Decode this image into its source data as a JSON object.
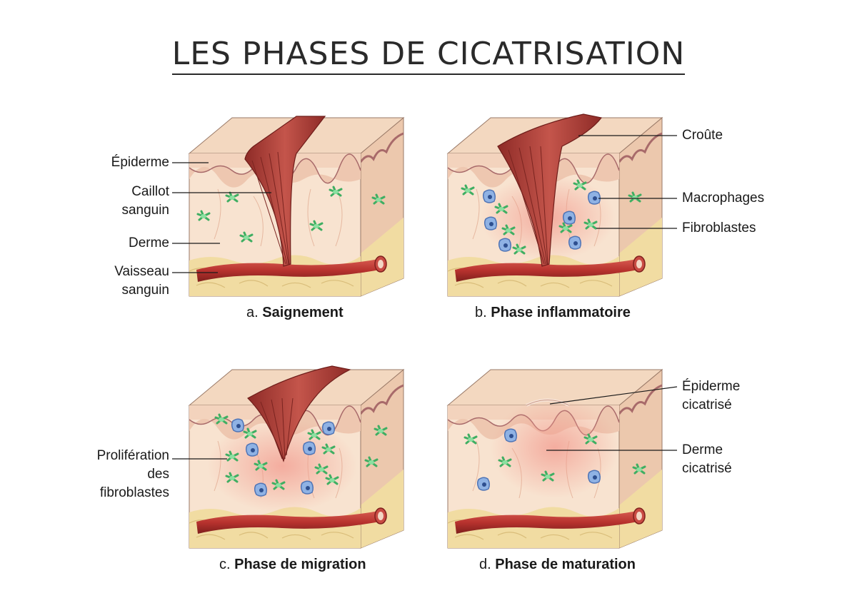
{
  "title": "LES PHASES DE CICATRISATION",
  "panels": [
    {
      "letter": "a.",
      "name": "Saignement"
    },
    {
      "letter": "b.",
      "name": "Phase inflammatoire"
    },
    {
      "letter": "c.",
      "name": "Phase de migration"
    },
    {
      "letter": "d.",
      "name": "Phase de maturation"
    }
  ],
  "labels": {
    "epiderme": "Épiderme",
    "caillot_1": "Caillot",
    "caillot_2": "sanguin",
    "derme": "Derme",
    "vaisseau_1": "Vaisseau",
    "vaisseau_2": "sanguin",
    "croute": "Croûte",
    "macrophages": "Macrophages",
    "fibroblastes": "Fibroblastes",
    "proliferation_1": "Prolifération",
    "proliferation_2": "des",
    "proliferation_3": "fibroblastes",
    "epiderme_cicatrise_1": "Épiderme",
    "epiderme_cicatrise_2": "cicatrisé",
    "derme_cicatrise_1": "Derme",
    "derme_cicatrise_2": "cicatrisé"
  },
  "colors": {
    "skin_top": "#f3d8c0",
    "skin_front": "#f8e3d0",
    "epidermis_band": "#eec7b0",
    "dermis_wave": "#a86a6a",
    "fat": "#f1dca2",
    "vessel": "#b8322e",
    "clot": "#a83a34",
    "fibroblast": "#6ccf86",
    "macrophage": "#8fb2e4",
    "scar_pink": "#ef8f86"
  }
}
